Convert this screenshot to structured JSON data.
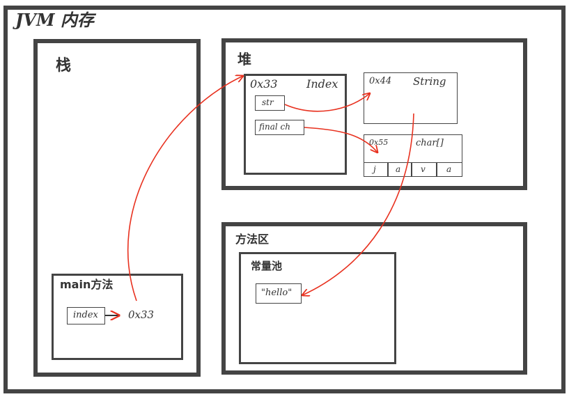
{
  "jvm": {
    "title": "JVM 内存"
  },
  "stack": {
    "title": "栈",
    "main_method": {
      "title": "main方法",
      "var_name": "index",
      "ref_value": "0x33"
    }
  },
  "heap": {
    "title": "堆",
    "index_obj": {
      "addr": "0x33",
      "type": "Index",
      "field_str": "str",
      "field_ch": "final ch"
    },
    "string_obj": {
      "addr": "0x44",
      "type": "String"
    },
    "char_arr": {
      "addr": "0x55",
      "type": "char[]",
      "cells": [
        "j",
        "a",
        "v",
        "a"
      ]
    }
  },
  "method_area": {
    "title": "方法区",
    "const_pool": {
      "title": "常量池",
      "literal": "\"hello\""
    }
  },
  "colors": {
    "arrow": "#e8311f",
    "border": "#444444"
  }
}
